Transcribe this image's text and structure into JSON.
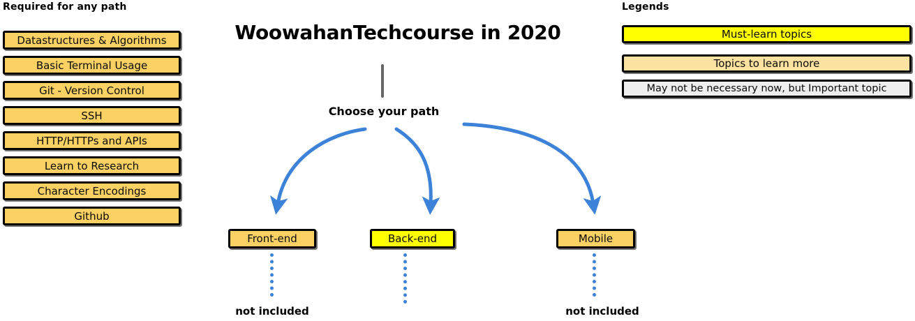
{
  "colors": {
    "must_learn": "#ffff00",
    "learn_more": "#fce2a0",
    "path_box": "#fbd164",
    "not_necessary": "#eeeeee",
    "arrow": "#3c82d8",
    "stem": "#666666",
    "border": "#000000"
  },
  "title": "WoowahanTechcourse in 2020",
  "required": {
    "heading": "Required for any path",
    "items": [
      {
        "label": "Datastructures & Algorithms",
        "style": "gold"
      },
      {
        "label": "Basic Terminal Usage",
        "style": "gold"
      },
      {
        "label": "Git - Version Control",
        "style": "gold"
      },
      {
        "label": "SSH",
        "style": "gold"
      },
      {
        "label": "HTTP/HTTPs and APIs",
        "style": "gold"
      },
      {
        "label": "Learn to Research",
        "style": "gold"
      },
      {
        "label": "Character Encodings",
        "style": "gold"
      },
      {
        "label": "Github",
        "style": "gold"
      }
    ]
  },
  "legends": {
    "heading": "Legends",
    "items": [
      {
        "label": "Must-learn topics",
        "style": "yellow"
      },
      {
        "label": "Topics to learn more",
        "style": "cream"
      },
      {
        "label": "May not be necessary now, but Important topic",
        "style": "gray"
      }
    ]
  },
  "branch": {
    "prompt": "Choose your path",
    "paths": [
      {
        "label": "Front-end",
        "style": "gold",
        "note": "not included"
      },
      {
        "label": "Back-end",
        "style": "yellow",
        "note": ""
      },
      {
        "label": "Mobile",
        "style": "gold",
        "note": "not included"
      }
    ]
  }
}
